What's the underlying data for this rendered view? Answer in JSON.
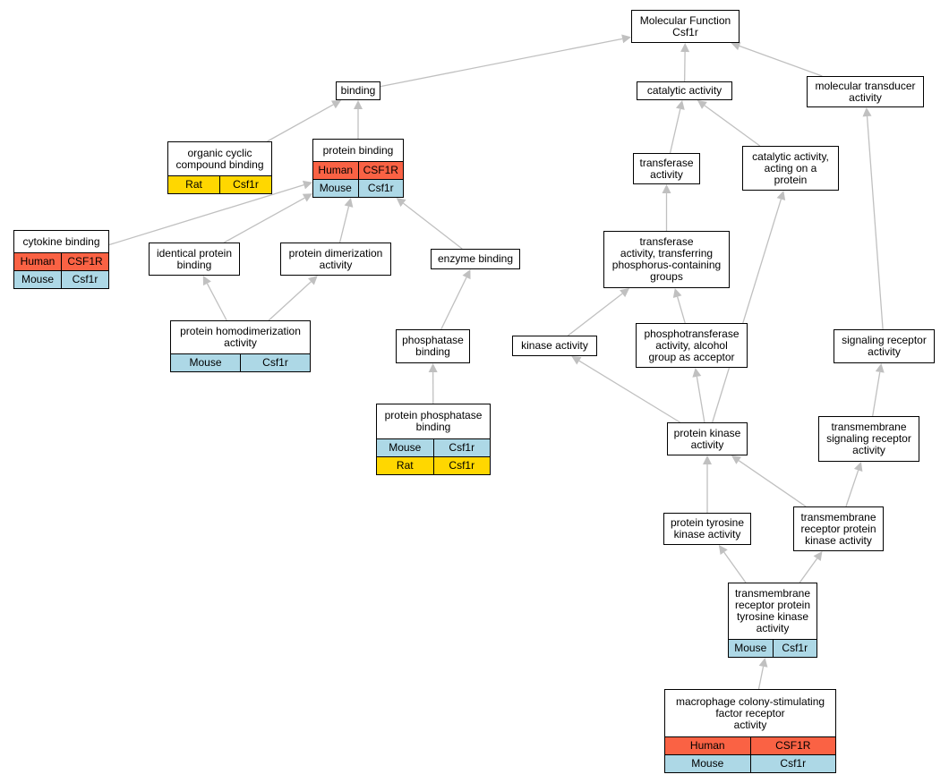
{
  "colors": {
    "human": "#fa6244",
    "mouse": "#add8e6",
    "rat": "#ffd700",
    "edge": "#c0c0c0"
  },
  "nodes": {
    "mf": {
      "label": "Molecular Function\nCsf1r",
      "rows": []
    },
    "binding": {
      "label": "binding",
      "rows": []
    },
    "catalytic": {
      "label": "catalytic activity",
      "rows": []
    },
    "moltrans": {
      "label": "molecular transducer\nactivity",
      "rows": []
    },
    "orgcyclic": {
      "label": "organic cyclic\ncompound binding",
      "rows": [
        {
          "species": "Rat",
          "gene": "Csf1r"
        }
      ]
    },
    "protbind": {
      "label": "protein binding",
      "rows": [
        {
          "species": "Human",
          "gene": "CSF1R"
        },
        {
          "species": "Mouse",
          "gene": "Csf1r"
        }
      ]
    },
    "transferase": {
      "label": "transferase\nactivity",
      "rows": []
    },
    "catprot": {
      "label": "catalytic activity,\nacting on a\nprotein",
      "rows": []
    },
    "cytokine": {
      "label": "cytokine binding",
      "rows": [
        {
          "species": "Human",
          "gene": "CSF1R"
        },
        {
          "species": "Mouse",
          "gene": "Csf1r"
        }
      ]
    },
    "identical": {
      "label": "identical protein\nbinding",
      "rows": []
    },
    "dimer": {
      "label": "protein dimerization\nactivity",
      "rows": []
    },
    "enzyme": {
      "label": "enzyme binding",
      "rows": []
    },
    "transphos": {
      "label": "transferase\nactivity, transferring\nphosphorus-containing\ngroups",
      "rows": []
    },
    "homodimer": {
      "label": "protein homodimerization\nactivity",
      "rows": [
        {
          "species": "Mouse",
          "gene": "Csf1r"
        }
      ]
    },
    "phosbind": {
      "label": "phosphatase\nbinding",
      "rows": []
    },
    "kinase": {
      "label": "kinase activity",
      "rows": []
    },
    "phosphotrans": {
      "label": "phosphotransferase\nactivity, alcohol\ngroup as acceptor",
      "rows": []
    },
    "sigrec": {
      "label": "signaling receptor\nactivity",
      "rows": []
    },
    "protphos": {
      "label": "protein phosphatase\nbinding",
      "rows": [
        {
          "species": "Mouse",
          "gene": "Csf1r"
        },
        {
          "species": "Rat",
          "gene": "Csf1r"
        }
      ]
    },
    "protkinase": {
      "label": "protein kinase\nactivity",
      "rows": []
    },
    "tmsig": {
      "label": "transmembrane\nsignaling receptor\nactivity",
      "rows": []
    },
    "ptk": {
      "label": "protein tyrosine\nkinase activity",
      "rows": []
    },
    "tmrpk": {
      "label": "transmembrane\nreceptor protein\nkinase activity",
      "rows": []
    },
    "tmrptk": {
      "label": "transmembrane\nreceptor protein\ntyrosine kinase\nactivity",
      "rows": [
        {
          "species": "Mouse",
          "gene": "Csf1r"
        }
      ]
    },
    "mcsf": {
      "label": "macrophage colony-stimulating\nfactor receptor\nactivity",
      "rows": [
        {
          "species": "Human",
          "gene": "CSF1R"
        },
        {
          "species": "Mouse",
          "gene": "Csf1r"
        }
      ]
    }
  },
  "edges": [
    [
      "binding",
      "mf"
    ],
    [
      "catalytic",
      "mf"
    ],
    [
      "moltrans",
      "mf"
    ],
    [
      "protbind",
      "binding"
    ],
    [
      "orgcyclic",
      "binding"
    ],
    [
      "transferase",
      "catalytic"
    ],
    [
      "catprot",
      "catalytic"
    ],
    [
      "cytokine",
      "protbind"
    ],
    [
      "identical",
      "protbind"
    ],
    [
      "dimer",
      "protbind"
    ],
    [
      "enzyme",
      "protbind"
    ],
    [
      "homodimer",
      "identical"
    ],
    [
      "homodimer",
      "dimer"
    ],
    [
      "phosbind",
      "enzyme"
    ],
    [
      "protphos",
      "phosbind"
    ],
    [
      "transphos",
      "transferase"
    ],
    [
      "kinase",
      "transphos"
    ],
    [
      "phosphotrans",
      "transphos"
    ],
    [
      "protkinase",
      "kinase"
    ],
    [
      "protkinase",
      "phosphotrans"
    ],
    [
      "protkinase",
      "catprot"
    ],
    [
      "sigrec",
      "moltrans"
    ],
    [
      "tmsig",
      "sigrec"
    ],
    [
      "ptk",
      "protkinase"
    ],
    [
      "tmrpk",
      "protkinase"
    ],
    [
      "tmrpk",
      "tmsig"
    ],
    [
      "tmrptk",
      "ptk"
    ],
    [
      "tmrptk",
      "tmrpk"
    ],
    [
      "mcsf",
      "tmrptk"
    ]
  ]
}
